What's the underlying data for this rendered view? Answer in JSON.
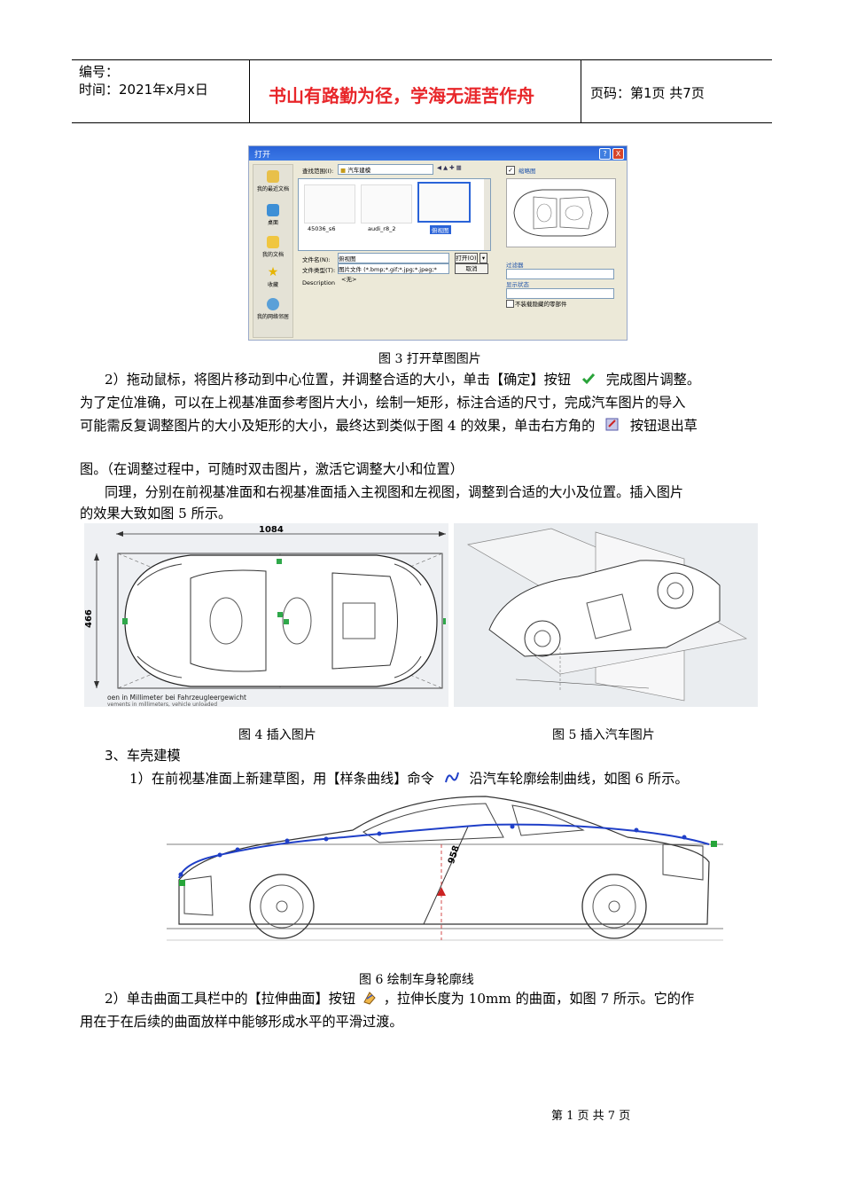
{
  "header": {
    "number_label": "编号：",
    "time_label": "时间：2021年x月x日",
    "motto": "书山有路勤为径，学海无涯苦作舟",
    "page_label": "页码：第1页  共7页"
  },
  "dialog": {
    "title": "打开",
    "help_btn": "?",
    "close_btn": "X",
    "look_in_label": "查找范围(I):",
    "look_in_value": "汽车建模",
    "places": [
      "我的最近文档",
      "桌面",
      "我的文档",
      "收藏",
      "我的网络邻居"
    ],
    "files": [
      "45036_s6",
      "audi_r8_2",
      "俯视图"
    ],
    "thumbnail_label": "缩略图",
    "filename_label": "文件名(N):",
    "filename_value": "俯视图",
    "filetype_label": "文件类型(T):",
    "filetype_value": "图片文件 (*.bmp;*.gif;*.jpg;*.jpeg;*",
    "description_label": "Description",
    "description_value": "<无>",
    "open_button": "打开(O)",
    "cancel_button": "取消",
    "filter_label": "过滤器",
    "display_state_label": "显示状态",
    "hidden_checkbox_label": "不装载隐藏的零部件"
  },
  "captions": {
    "fig3": "图 3  打开草图图片",
    "fig4": "图 4  插入图片",
    "fig5": "图 5  插入汽车图片",
    "fig6": "图 6  绘制车身轮廓线"
  },
  "paragraphs": {
    "p1_line1a": "2）拖动鼠标，将图片移动到中心位置，并调整合适的大小，单击【确定】按钮",
    "p1_line1b": "完成图片调整。",
    "p1_line2": "为了定位准确，可以在上视基准面参考图片大小，绘制一矩形，标注合适的尺寸，完成汽车图片的导入",
    "p1_line3a": "可能需反复调整图片的大小及矩形的大小，最终达到类似于图 4 的效果，单击右方角的",
    "p1_line3b": "按钮退出草",
    "p1_line4": "图。（在调整过程中，可随时双击图片，激活它调整大小和位置）",
    "p2_line1": "同理，分别在前视基准面和右视基准面插入主视图和左视图，调整到合适的大小及位置。插入图片",
    "p2_line2": "的效果大致如图 5 所示。",
    "section3": "3、车壳建模",
    "p3a": "1）在前视基准面上新建草图，用【样条曲线】命令",
    "p3b": "沿汽车轮廓绘制曲线，如图 6 所示。",
    "p4_line1a": "2）单击曲面工具栏中的【拉伸曲面】按钮",
    "p4_line1b": "，拉伸长度为 10mm 的曲面，如图 7 所示。它的作",
    "p4_line2": "用在于在后续的曲面放样中能够形成水平的平滑过渡。"
  },
  "fig4": {
    "dim_width": "1084",
    "dim_height": "466",
    "bottom_text1": "oen in Millimeter bei Fahrzeugleergewicht",
    "bottom_text2": "vements in millimeters, vehicle unloaded"
  },
  "fig6": {
    "dim": "958"
  },
  "footer": "第 1 页 共 7 页",
  "colors": {
    "motto": "#e8262a",
    "spline": "#1f3fc8",
    "sketch_green": "#27a53a"
  }
}
